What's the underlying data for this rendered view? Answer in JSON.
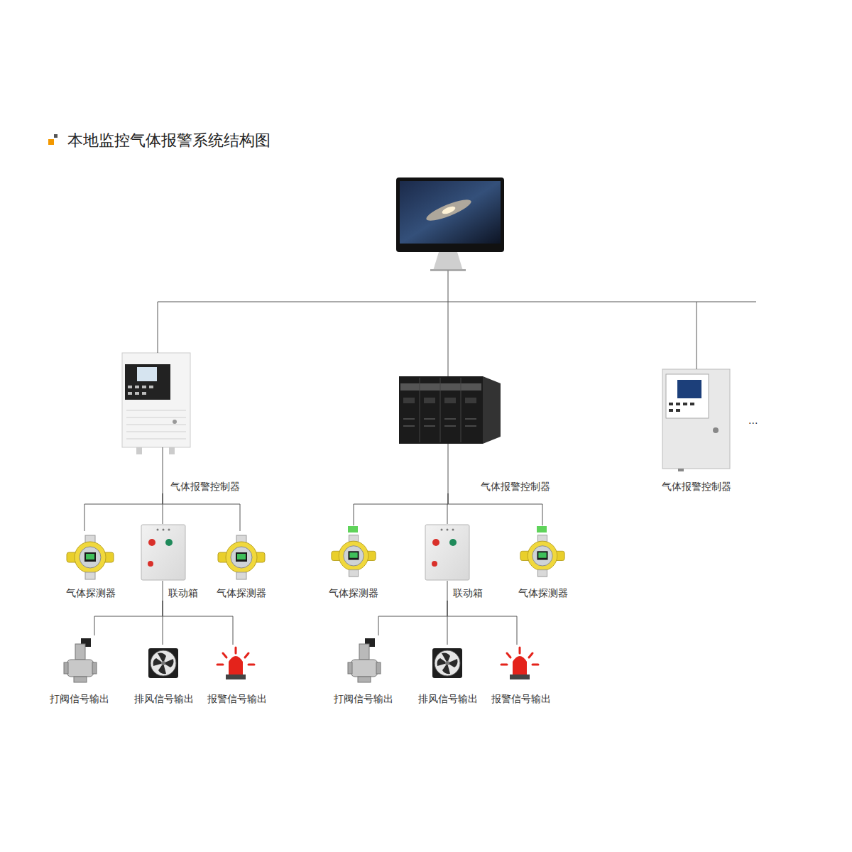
{
  "diagram": {
    "title": "本地监控气体报警系统结构图",
    "nodes": [
      {
        "text": [
          "气体报警控制器"
        ]
      },
      {
        "text": [
          "气体报警控制器"
        ]
      },
      {
        "text": [
          "气体报警控制器"
        ]
      },
      {
        "text": [
          "气体探测器"
        ]
      },
      {
        "text": [
          "联动箱"
        ]
      },
      {
        "text": [
          "气体探测器"
        ]
      },
      {
        "text": [
          "气体探测器"
        ]
      },
      {
        "text": [
          "联动箱"
        ]
      },
      {
        "text": [
          "气体探测器"
        ]
      },
      {
        "text": [
          "打阀信号输出"
        ]
      },
      {
        "text": [
          "排风信号输出"
        ]
      },
      {
        "text": [
          "报警信号输出"
        ]
      },
      {
        "text": [
          "打阀信号输出"
        ]
      },
      {
        "text": [
          "排风信号输出"
        ]
      },
      {
        "text": [
          "报警信号输出"
        ]
      }
    ],
    "edges": [
      {
        "from": 0,
        "to": 3,
        "arrow": "none"
      },
      {
        "from": 0,
        "to": 4,
        "arrow": "none"
      },
      {
        "from": 0,
        "to": 5,
        "arrow": "none"
      },
      {
        "from": 4,
        "to": 9,
        "arrow": "none"
      },
      {
        "from": 4,
        "to": 10,
        "arrow": "none"
      },
      {
        "from": 4,
        "to": 11,
        "arrow": "none"
      },
      {
        "from": 1,
        "to": 6,
        "arrow": "none"
      },
      {
        "from": 1,
        "to": 7,
        "arrow": "none"
      },
      {
        "from": 1,
        "to": 8,
        "arrow": "none"
      },
      {
        "from": 7,
        "to": 12,
        "arrow": "none"
      },
      {
        "from": 7,
        "to": 13,
        "arrow": "none"
      },
      {
        "from": 7,
        "to": 14,
        "arrow": "none"
      }
    ],
    "labels": [
      "..."
    ]
  }
}
